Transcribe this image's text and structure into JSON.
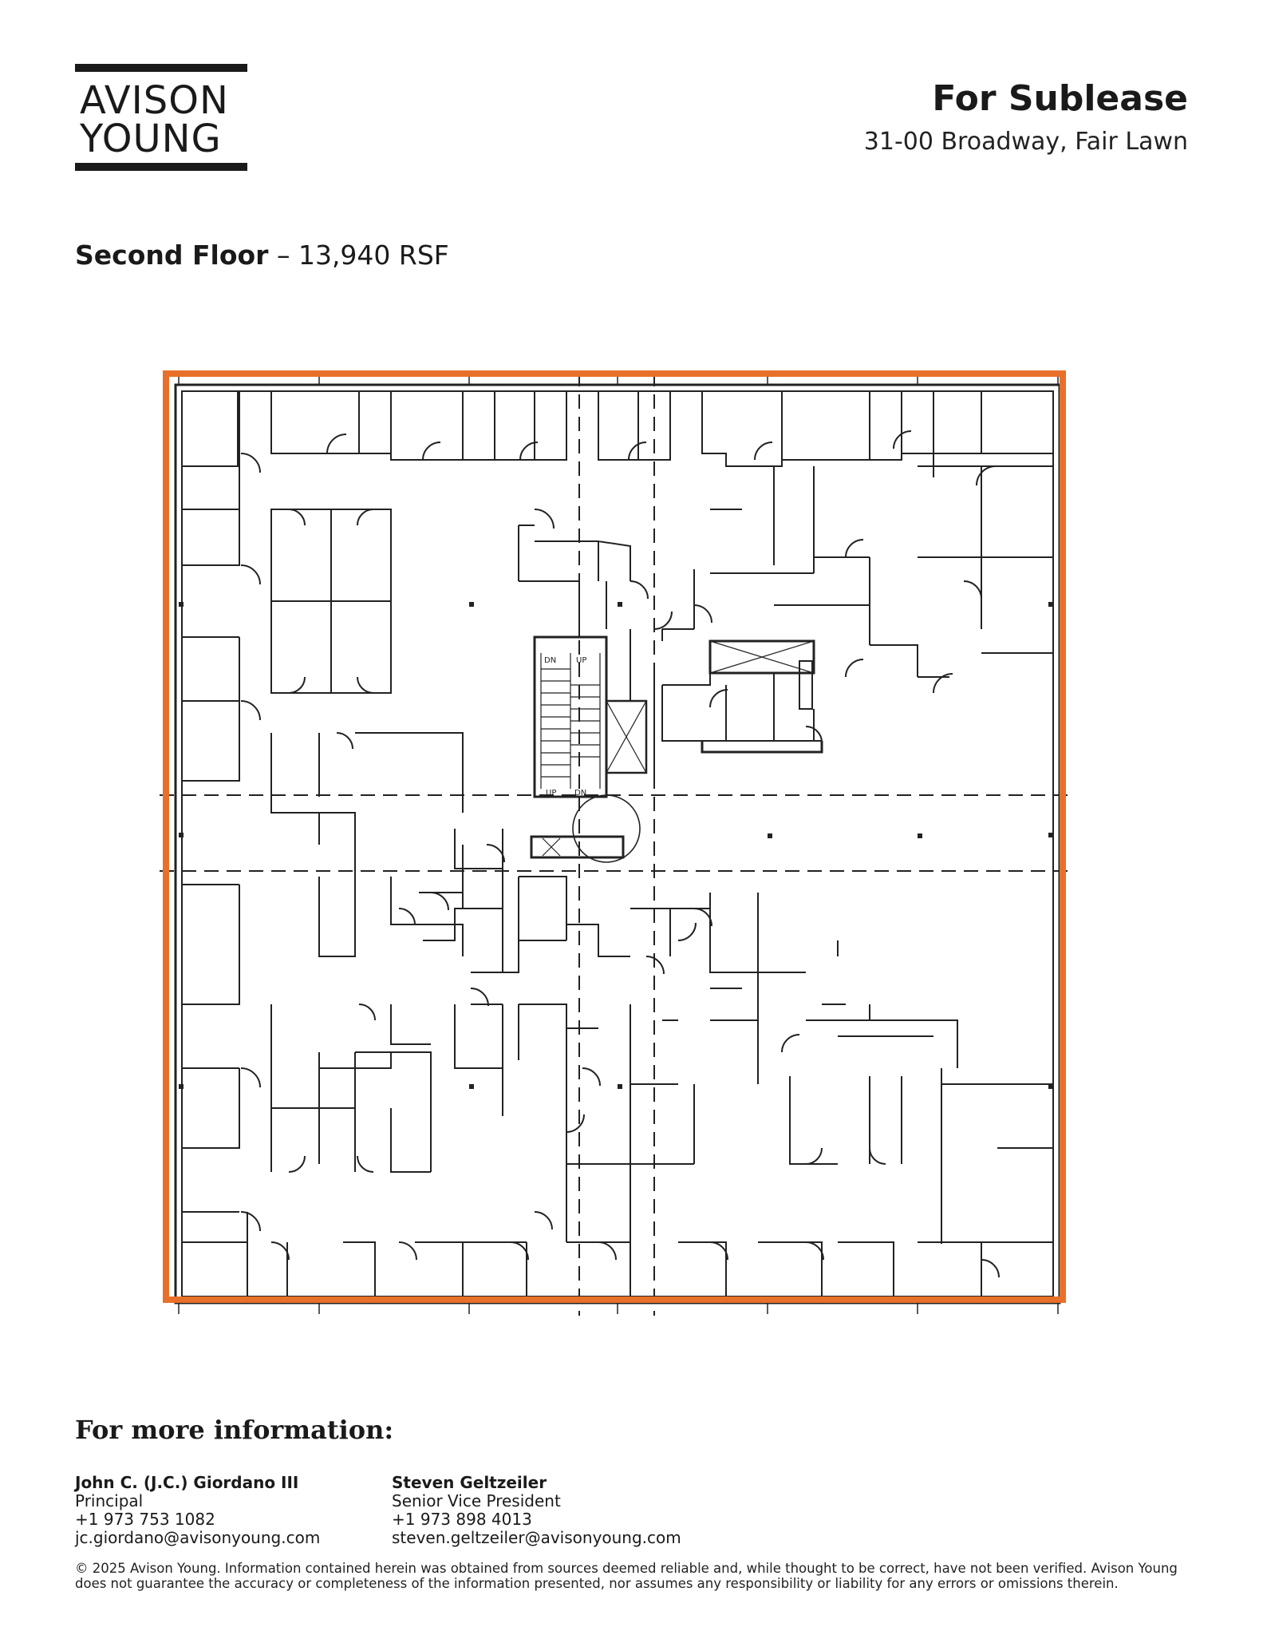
{
  "brand": {
    "line1": "AVISON",
    "line2": "YOUNG"
  },
  "header": {
    "title": "For Sublease",
    "address": "31-00 Broadway, Fair Lawn"
  },
  "floor": {
    "name": "Second Floor",
    "area": " – 13,940 RSF"
  },
  "plan": {
    "stair_labels": [
      "DN",
      "UP",
      "UP",
      "DN"
    ],
    "outline_color": "#E8702A"
  },
  "footer": {
    "heading": "For more information:",
    "contacts": [
      {
        "name": "John C. (J.C.) Giordano III",
        "title": "Principal",
        "phone": "+1 973 753 1082",
        "email": "jc.giordano@avisonyoung.com"
      },
      {
        "name": "Steven Geltzeiler",
        "title": "Senior Vice President",
        "phone": "+1 973 898 4013",
        "email": "steven.geltzeiler@avisonyoung.com"
      }
    ],
    "disclaimer": "© 2025 Avison Young. Information contained herein was obtained from sources deemed reliable and, while thought to be correct, have not been verified. Avison Young does not guarantee the accuracy or completeness of the information presented, nor assumes any responsibility or liability for any errors or omissions therein."
  }
}
